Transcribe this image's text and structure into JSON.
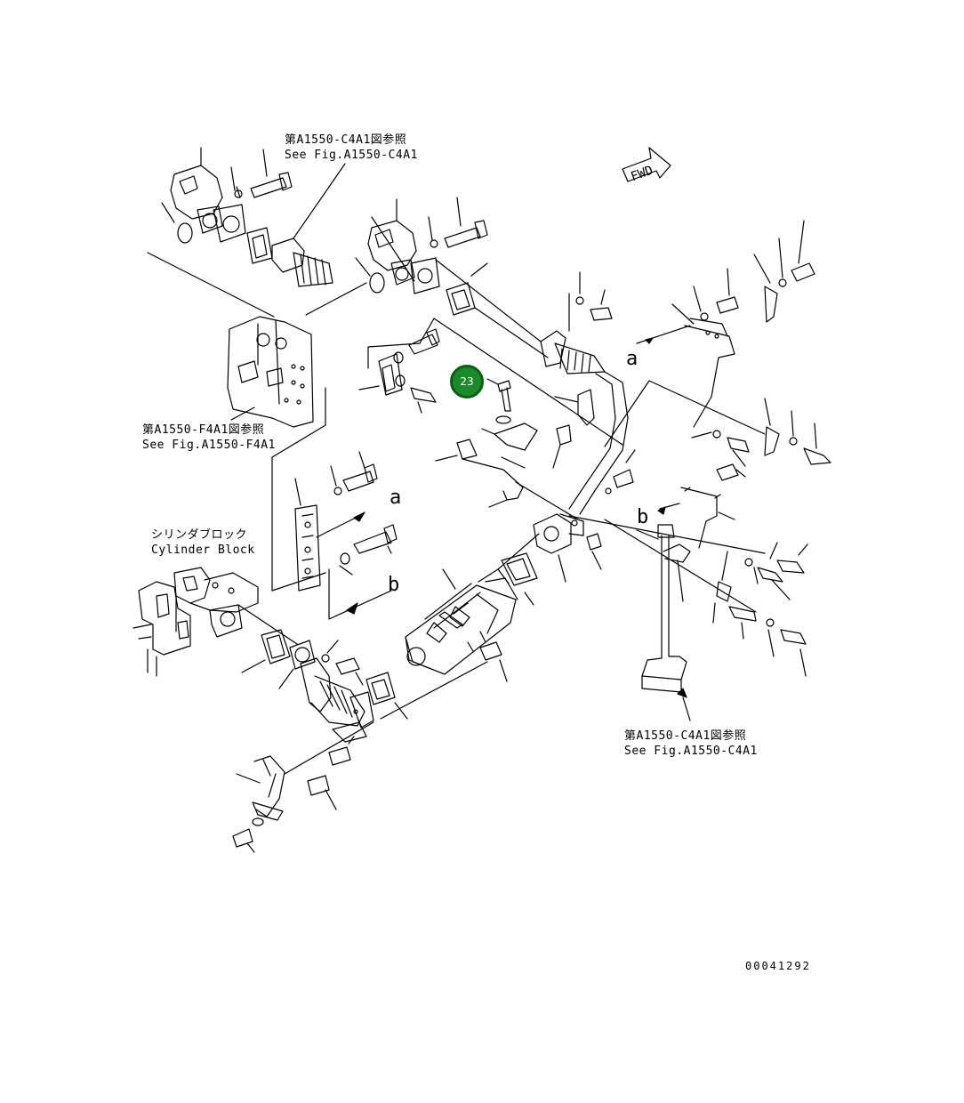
{
  "refs": {
    "ref1": {
      "jp": "第A1550-C4A1図参照",
      "en": "See Fig.A1550-C4A1"
    },
    "ref2": {
      "jp": "第A1550-F4A1図参照",
      "en": "See Fig.A1550-F4A1"
    },
    "ref3": {
      "jp": "第A1550-C4A1図参照",
      "en": "See Fig.A1550-C4A1"
    }
  },
  "cylinder_block": {
    "jp": "シリンダブロック",
    "en": "Cylinder Block"
  },
  "fwd_label": "FWD",
  "letters": {
    "a1": "a",
    "a2": "a",
    "b1": "b",
    "b2": "b"
  },
  "callout": {
    "number": "23",
    "color": "#1a8a2a"
  },
  "drawing_number": "00041292"
}
